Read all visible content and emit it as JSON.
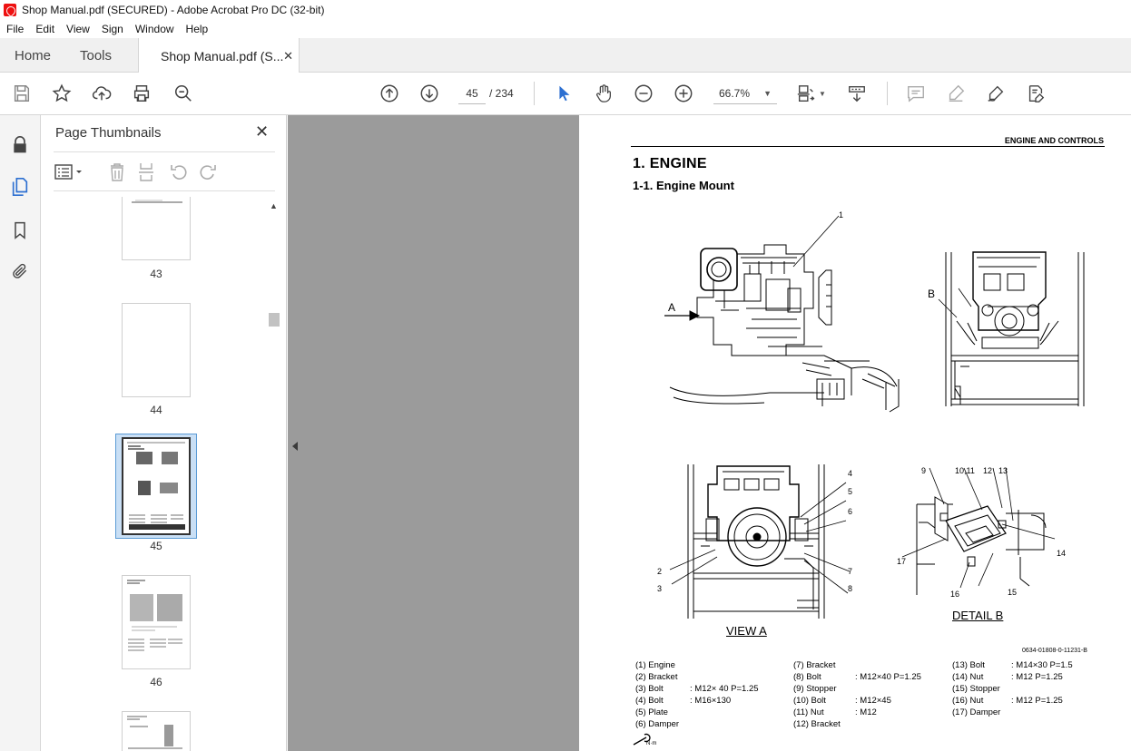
{
  "window": {
    "title": "Shop Manual.pdf (SECURED) - Adobe Acrobat Pro DC (32-bit)"
  },
  "menu": [
    "File",
    "Edit",
    "View",
    "Sign",
    "Window",
    "Help"
  ],
  "tabs": {
    "home": "Home",
    "tools": "Tools",
    "doc": "Shop Manual.pdf (S..."
  },
  "toolbar": {
    "page_current": "45",
    "page_total": "/ 234",
    "zoom": "66.7%"
  },
  "thumbnails_panel": {
    "title": "Page Thumbnails",
    "pages": [
      {
        "num": "43",
        "selected": false
      },
      {
        "num": "44",
        "selected": false
      },
      {
        "num": "45",
        "selected": true
      },
      {
        "num": "46",
        "selected": false
      }
    ]
  },
  "document": {
    "header": "ENGINE AND CONTROLS",
    "heading1": "1. ENGINE",
    "heading2": "1-1. Engine Mount",
    "view_a_label": "VIEW  A",
    "detail_b_label": "DETAIL  B",
    "callout_a": "A",
    "callout_b": "B",
    "callouts_top": [
      "1"
    ],
    "callouts_view_a": [
      "4",
      "5",
      "6",
      "2",
      "3",
      "7",
      "8"
    ],
    "callouts_detail_b": [
      "9",
      "10,11",
      "12",
      "13",
      "14",
      "17",
      "16",
      "15"
    ],
    "ref_code": "0634-01808-0-11231-B",
    "legend": {
      "col1": [
        {
          "id": "(1)",
          "name": "Engine",
          "spec": ""
        },
        {
          "id": "(2)",
          "name": "Bracket",
          "spec": ""
        },
        {
          "id": "(3)",
          "name": "Bolt",
          "spec": ": M12×  40   P=1.25"
        },
        {
          "id": "(4)",
          "name": "Bolt",
          "spec": ": M16×130"
        },
        {
          "id": "(5)",
          "name": "Plate",
          "spec": ""
        },
        {
          "id": "(6)",
          "name": "Damper",
          "spec": ""
        }
      ],
      "col2": [
        {
          "id": "(7)",
          "name": "Bracket",
          "spec": ""
        },
        {
          "id": "(8)",
          "name": "Bolt",
          "spec": ": M12×40   P=1.25"
        },
        {
          "id": "(9)",
          "name": "Stopper",
          "spec": ""
        },
        {
          "id": "(10)",
          "name": "Bolt",
          "spec": ": M12×45"
        },
        {
          "id": "(11)",
          "name": "Nut",
          "spec": ": M12"
        },
        {
          "id": "(12)",
          "name": "Bracket",
          "spec": ""
        }
      ],
      "col3": [
        {
          "id": "(13)",
          "name": "Bolt",
          "spec": ": M14×30    P=1.5"
        },
        {
          "id": "(14)",
          "name": "Nut",
          "spec": ": M12          P=1.25"
        },
        {
          "id": "(15)",
          "name": "Stopper",
          "spec": ""
        },
        {
          "id": "(16)",
          "name": "Nut",
          "spec": ": M12          P=1.25"
        },
        {
          "id": "(17)",
          "name": "Damper",
          "spec": ""
        }
      ]
    },
    "torque_unit": "N·m"
  },
  "colors": {
    "accent": "#2c6fd1",
    "gray_bg": "#9b9b9b",
    "selection": "#c9dff5"
  }
}
